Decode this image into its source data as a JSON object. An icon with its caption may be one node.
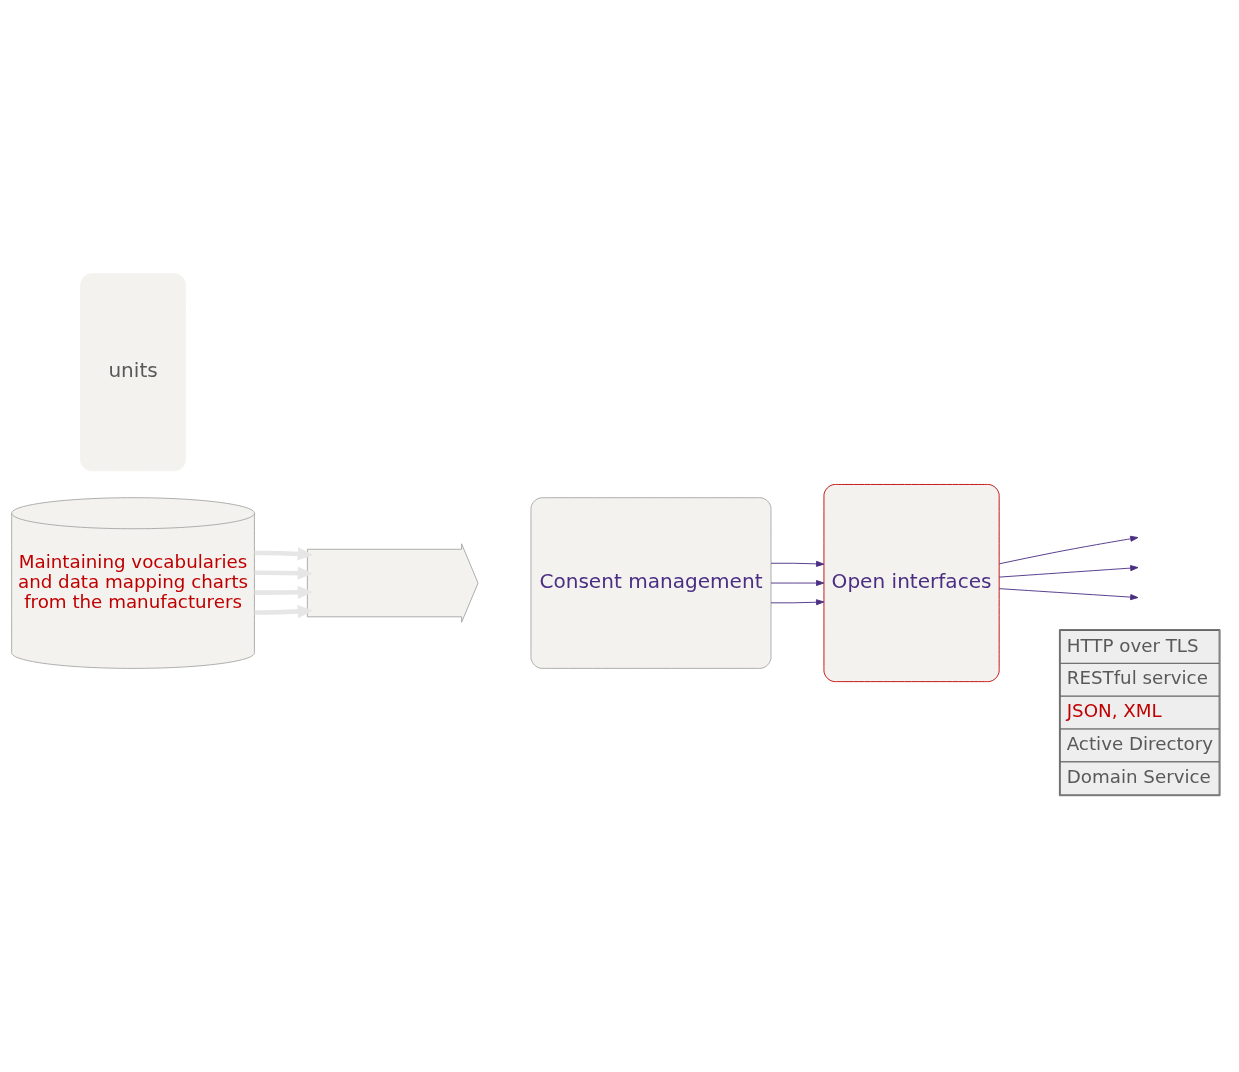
{
  "diagram": {
    "nodes": [
      {
        "text": [
          "units"
        ]
      },
      {
        "text": [],
        "shape": "arrow"
      },
      {
        "text": [
          "Consent management"
        ]
      },
      {
        "text": [
          "Open interfaces"
        ]
      },
      {
        "text": [
          "Maintaining vocabularies and data mapping charts from the manufacturers"
        ]
      }
    ],
    "edges": [
      {
        "from": 4,
        "to": 1,
        "arrow": "to",
        "style": "thick",
        "color": "#e6e6e6"
      },
      {
        "from": 4,
        "to": 1,
        "arrow": "to",
        "style": "thick",
        "color": "#e6e6e6"
      },
      {
        "from": 4,
        "to": 1,
        "arrow": "to",
        "style": "thick",
        "color": "#e6e6e6"
      },
      {
        "from": 4,
        "to": 1,
        "arrow": "to",
        "style": "thick",
        "color": "#e6e6e6"
      },
      {
        "from": 2,
        "to": 3,
        "arrow": "to"
      },
      {
        "from": 2,
        "to": 3,
        "arrow": "to"
      },
      {
        "from": 2,
        "to": 3,
        "arrow": "to"
      },
      {
        "from": 3,
        "to": null,
        "arrow": "to"
      },
      {
        "from": 3,
        "to": null,
        "arrow": "to"
      },
      {
        "from": 3,
        "to": null,
        "arrow": "to"
      }
    ],
    "labels": [
      "HTTP over TLS",
      "RESTful service",
      "JSON, XML",
      "Active Directory",
      "Domain Service"
    ]
  }
}
